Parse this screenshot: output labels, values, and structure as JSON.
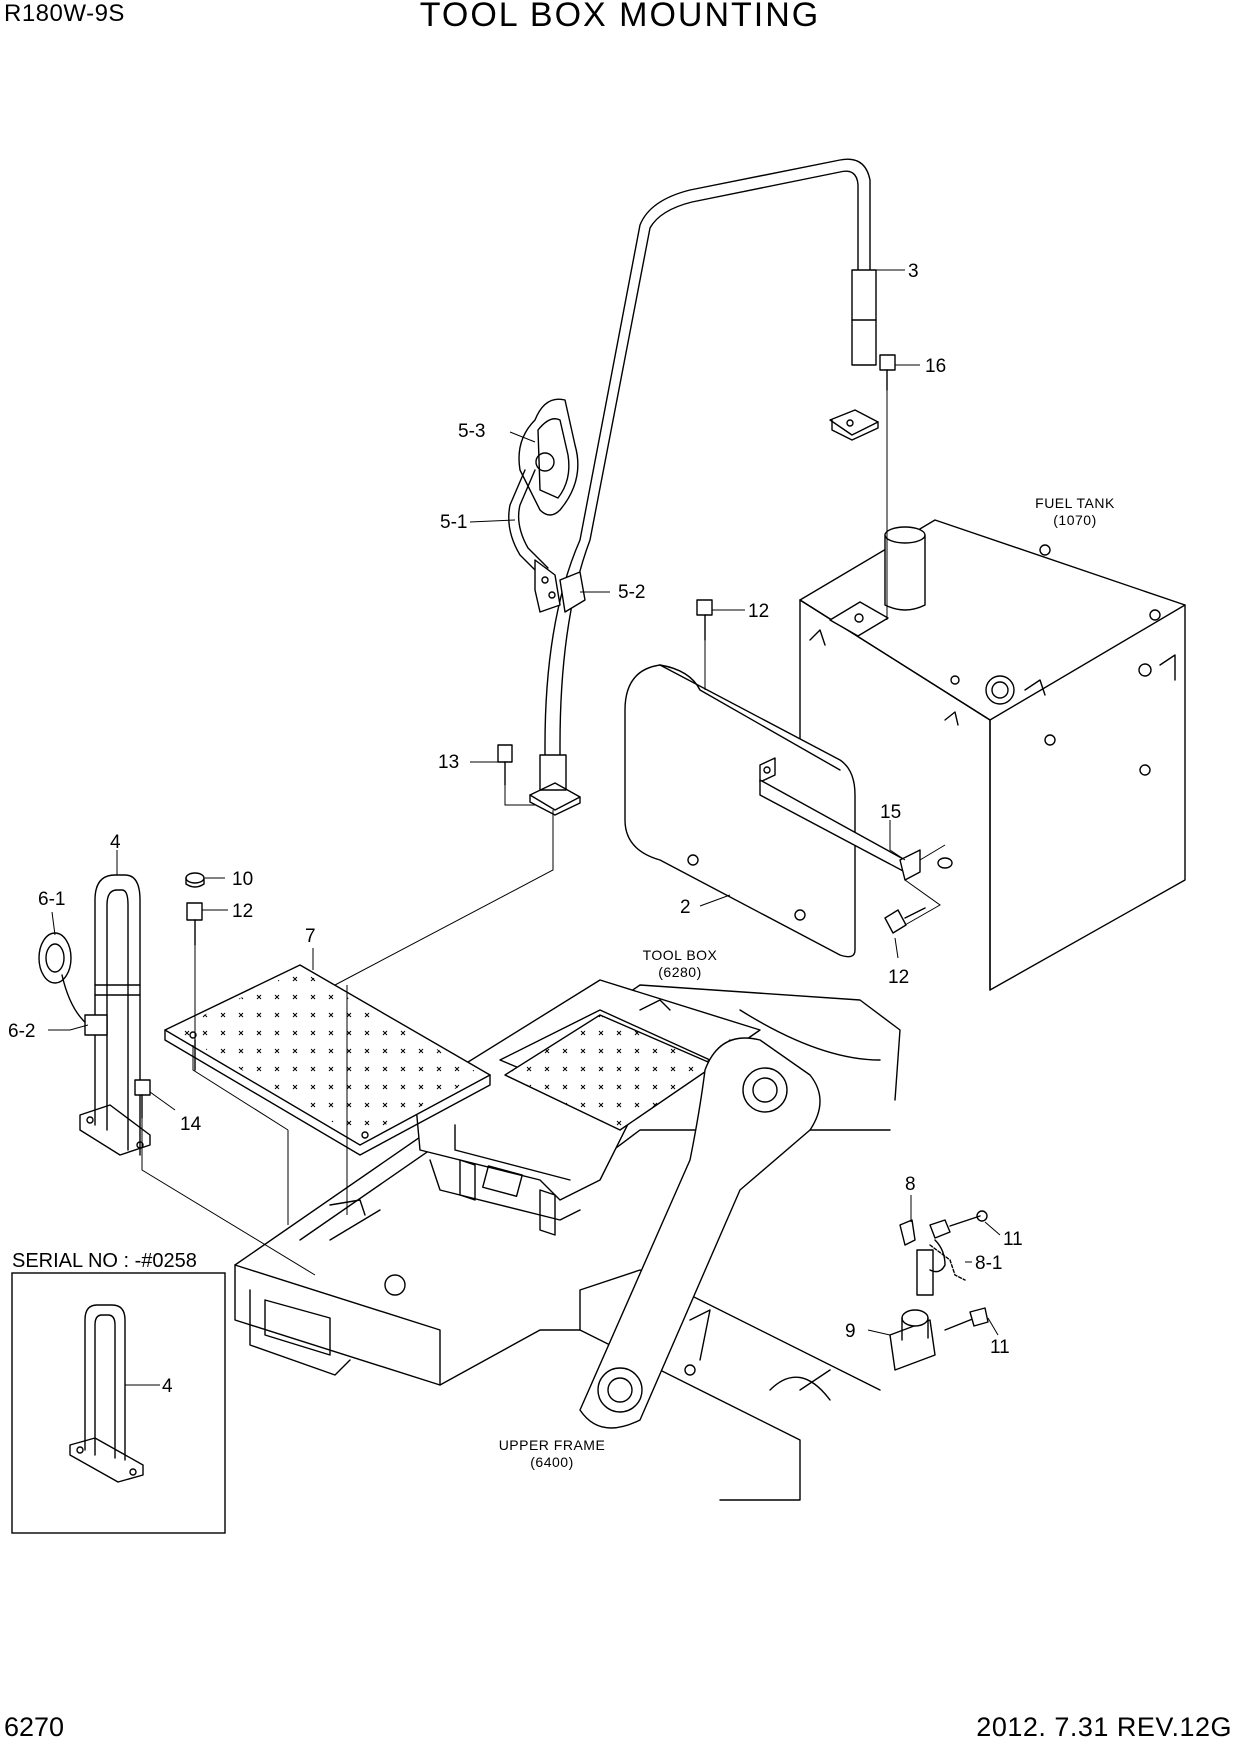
{
  "header": {
    "model": "R180W-9S",
    "title": "TOOL BOX MOUNTING"
  },
  "footer": {
    "page_number": "6270",
    "revision": "2012. 7.31  REV.12G"
  },
  "references": {
    "fuel_tank_name": "FUEL TANK",
    "fuel_tank_code": "(1070)",
    "tool_box_name": "TOOL BOX",
    "tool_box_code": "(6280)",
    "upper_frame_name": "UPPER FRAME",
    "upper_frame_code": "(6400)"
  },
  "inset": {
    "serial_label": "SERIAL NO : -#0258",
    "part_label": "4"
  },
  "callouts": {
    "p3": "3",
    "p16": "16",
    "p5_3": "5-3",
    "p5_1": "5-1",
    "p5_2": "5-2",
    "p12_top": "12",
    "p13": "13",
    "p15": "15",
    "p4": "4",
    "p6_1": "6-1",
    "p6_2": "6-2",
    "p10": "10",
    "p12_left": "12",
    "p7": "7",
    "p2": "2",
    "p12_right": "12",
    "p14": "14",
    "p8": "8",
    "p11_top": "11",
    "p8_1": "8-1",
    "p9": "9",
    "p11_bottom": "11"
  }
}
